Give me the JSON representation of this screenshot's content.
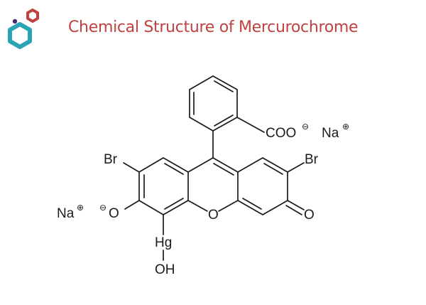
{
  "header": {
    "title": "Chemical Structure of Mercurochrome",
    "logo": {
      "name": "hexagon-molecule-logo",
      "colors": {
        "main_hex": "#2aa3b5",
        "small_hex": "#c0413f",
        "dot": "#4a2a6a"
      }
    }
  },
  "colors": {
    "title": "#c0413f",
    "bond": "#1a1a1a",
    "background": "#ffffff"
  },
  "molecule": {
    "name": "Mercurochrome",
    "labels": {
      "carboxylate": "COO",
      "carboxylate_charge": "⊖",
      "sodium_top": "Na",
      "sodium_top_charge": "⊕",
      "bromine_left": "Br",
      "bromine_right": "Br",
      "sodium_left": "Na",
      "sodium_left_charge": "⊕",
      "phenoxide_charge": "⊖",
      "phenoxide_o": "O",
      "bridge_o": "O",
      "ketone_o": "O",
      "mercury": "Hg",
      "hydroxyl": "OH"
    }
  }
}
